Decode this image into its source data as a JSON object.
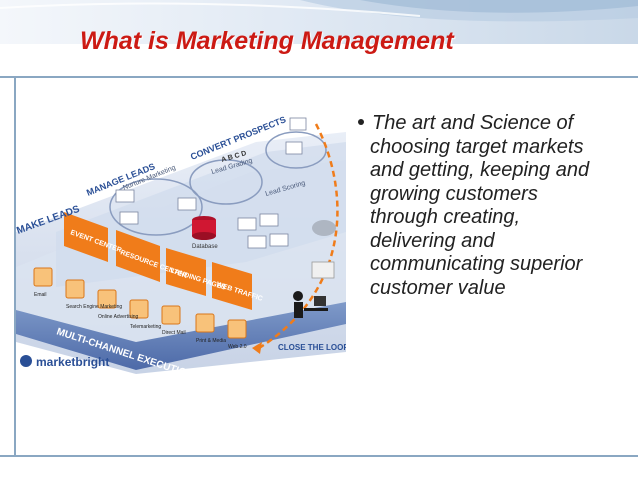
{
  "slide": {
    "title": "What is Marketing Management",
    "bullet_lines": [
      "The art and Science of",
      "choosing target markets",
      "and getting, keeping and",
      "growing customers",
      "through creating,",
      "delivering and",
      "communicating superior",
      "customer value"
    ]
  },
  "diagram": {
    "labels": {
      "make_leads": "MAKE LEADS",
      "manage_leads": "MANAGE LEADS",
      "convert_prospects": "CONVERT PROSPECTS",
      "nurture_marketing": "Nurture Marketing",
      "lead_grading": "Lead Grading",
      "lead_scoring": "Lead Scoring",
      "database": "Database",
      "event_center": "EVENT CENTER",
      "resource_center": "RESOURCE CENTER",
      "landing_pages": "LANDING PAGES",
      "web_traffic": "WEB TRAFFIC",
      "multi_channel": "MULTI-CHANNEL EXECUTION",
      "close_the_loop": "CLOSE THE LOOP",
      "brand": "marketbright",
      "grades": "A B C D"
    },
    "channels": [
      "Email",
      "Search Engine Marketing",
      "Online Advertising",
      "Telemarketing",
      "Direct Mail",
      "Print & Media",
      "Web 2.0"
    ]
  },
  "colors": {
    "title": "#cc1a14",
    "accent_orange": "#f07c1a",
    "frame_blue": "#8aa7c2"
  }
}
